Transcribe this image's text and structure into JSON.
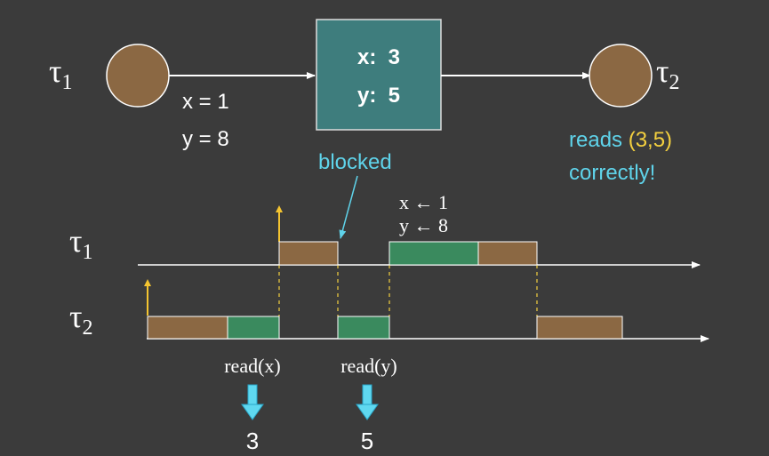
{
  "top": {
    "task1": {
      "symbol": "τ",
      "sub": "1"
    },
    "task2": {
      "symbol": "τ",
      "sub": "2"
    },
    "buffer": {
      "line1": "x:  3",
      "line2": "y:  5"
    },
    "write_line1": "x = 1",
    "write_line2": "y = 8",
    "reads_prefix": "reads ",
    "reads_values": "(3,5)",
    "reads_suffix": "correctly!",
    "blocked_label": "blocked"
  },
  "timeline": {
    "task1": {
      "symbol": "τ",
      "sub": "1"
    },
    "task2": {
      "symbol": "τ",
      "sub": "2"
    },
    "assign_x": "x ← 1",
    "assign_y": "y ← 8",
    "read_x": "read(x)",
    "read_y": "read(y)",
    "result_x": "3",
    "result_y": "5"
  },
  "colors": {
    "background": "#3b3b3b",
    "task_node": "#8b6843",
    "buffer_fill": "#3e7d7d",
    "segment_brown": "#8b6843",
    "segment_green": "#3a8a5e",
    "highlight_yellow": "#f4d03f",
    "cyan_text": "#5fd3ea",
    "arrow_cyan": "#5fd8f0",
    "activation_arrow": "#f4c430"
  }
}
